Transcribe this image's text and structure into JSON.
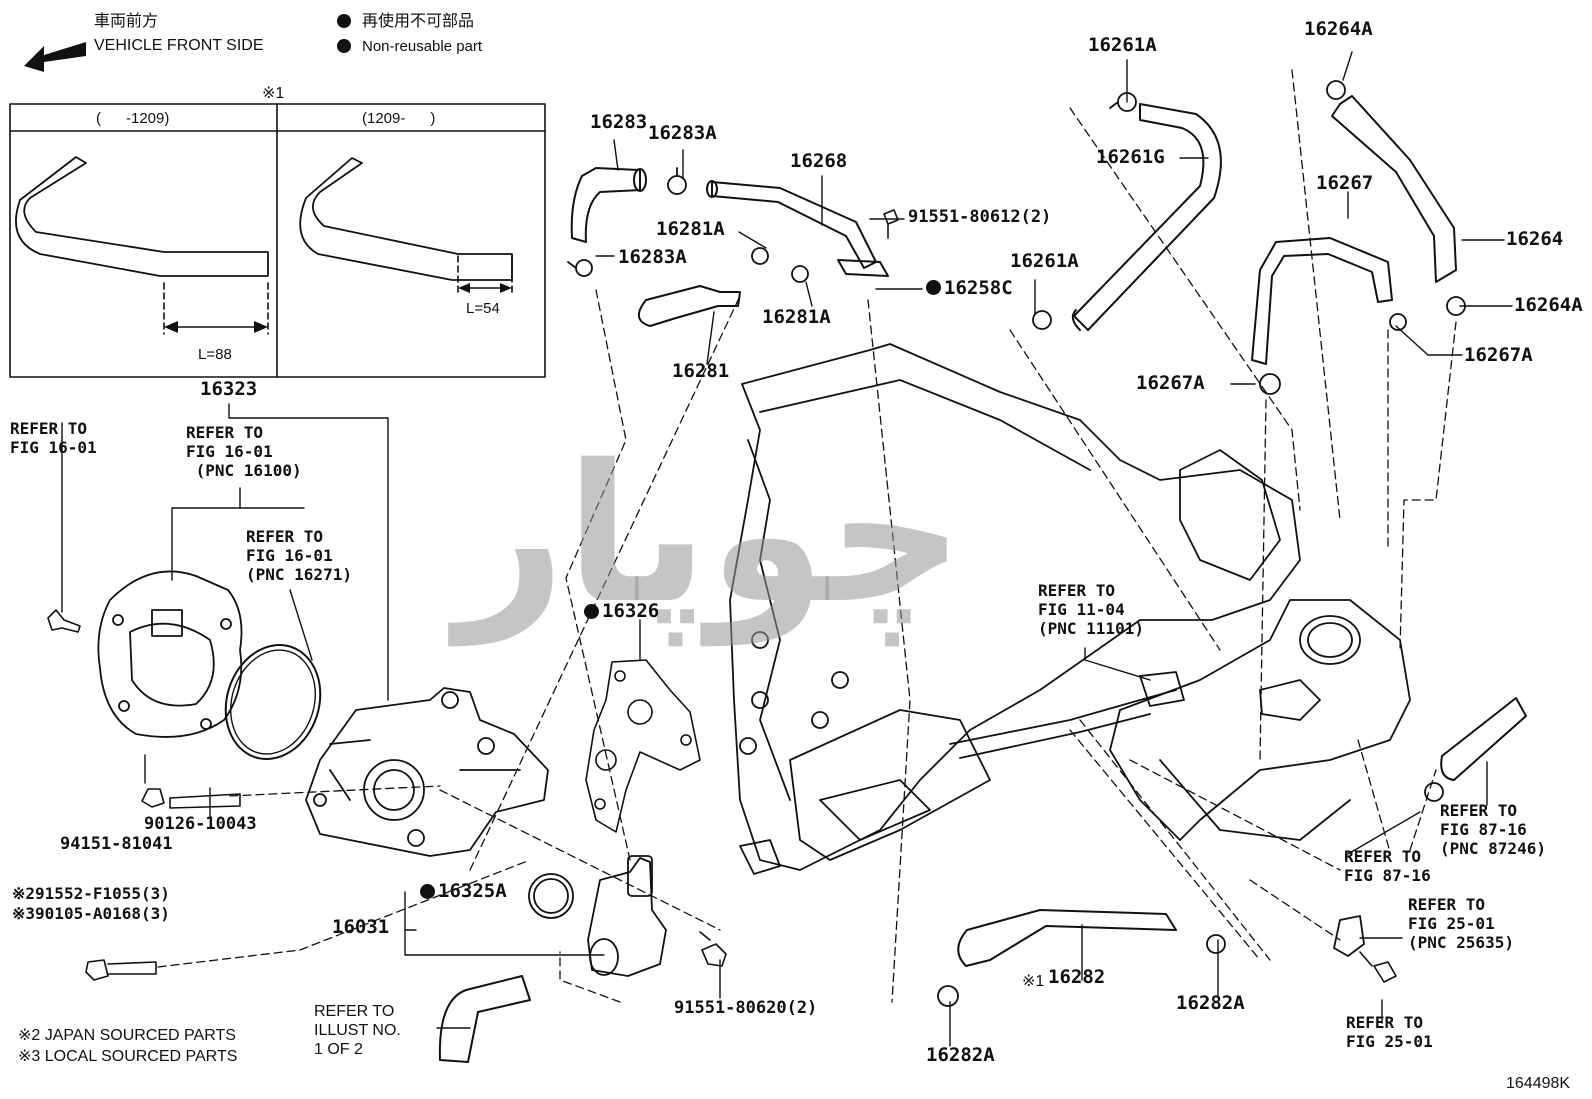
{
  "legend": {
    "front_jp": "車両前方",
    "front_en": "VEHICLE FRONT SIDE",
    "nonreuse_jp": "再使用不可部品",
    "nonreuse_en": "Non-reusable part"
  },
  "inset": {
    "marker": "※1",
    "left_header": "(      -1209)",
    "right_header": "(1209-      )",
    "left_length": "L=88",
    "right_length": "L=54"
  },
  "labels": {
    "p16323": "16323",
    "p16283": "16283",
    "p16283A_top": "16283A",
    "p16283A_bottom": "16283A",
    "p16268": "16268",
    "p16281A_left": "16281A",
    "p16281A_right": "16281A",
    "p16281": "16281",
    "p91551_80612": "91551-80612(2)",
    "p16258C": "16258C",
    "p16261A_top": "16261A",
    "p16261G": "16261G",
    "p16261A_mid": "16261A",
    "p16264A_top": "16264A",
    "p16264": "16264",
    "p16264A_right": "16264A",
    "p16267": "16267",
    "p16267A_left": "16267A",
    "p16267A_right": "16267A",
    "p16326": "16326",
    "p16325A": "16325A",
    "p16031": "16031",
    "p94151": "94151-81041",
    "p90126": "90126-10043",
    "p91551_80620": "91551-80620(2)",
    "p16282": "16282",
    "p16282A_left": "16282A",
    "p16282A_right": "16282A",
    "p291552": "※291552-F1055(3)",
    "p390105": "※390105-A0168(3)",
    "footer_ref": "164498K",
    "wm_text": "ﭼﻮﭘﺎﺭ"
  },
  "refs": {
    "ref_a": "REFER TO\nFIG 16-01",
    "ref_b": "REFER TO\nFIG 16-01\n (PNC 16100)",
    "ref_c": "REFER TO\nFIG 16-01\n(PNC 16271)",
    "ref_d": "REFER TO\nFIG 11-04\n(PNC 11101)",
    "ref_e": "REFER TO\nFIG 87-16\n(PNC 87246)",
    "ref_f": "REFER TO\nFIG 87-16",
    "ref_g": "REFER TO\nFIG 25-01\n(PNC 25635)",
    "ref_h": "REFER TO\nFIG 25-01"
  },
  "notes": {
    "japan": "※2 JAPAN SOURCED PARTS",
    "local": "※3 LOCAL SOURCED PARTS",
    "illust": "REFER TO\nILLUST NO.\n1 OF 2",
    "mark16282": "※1"
  }
}
